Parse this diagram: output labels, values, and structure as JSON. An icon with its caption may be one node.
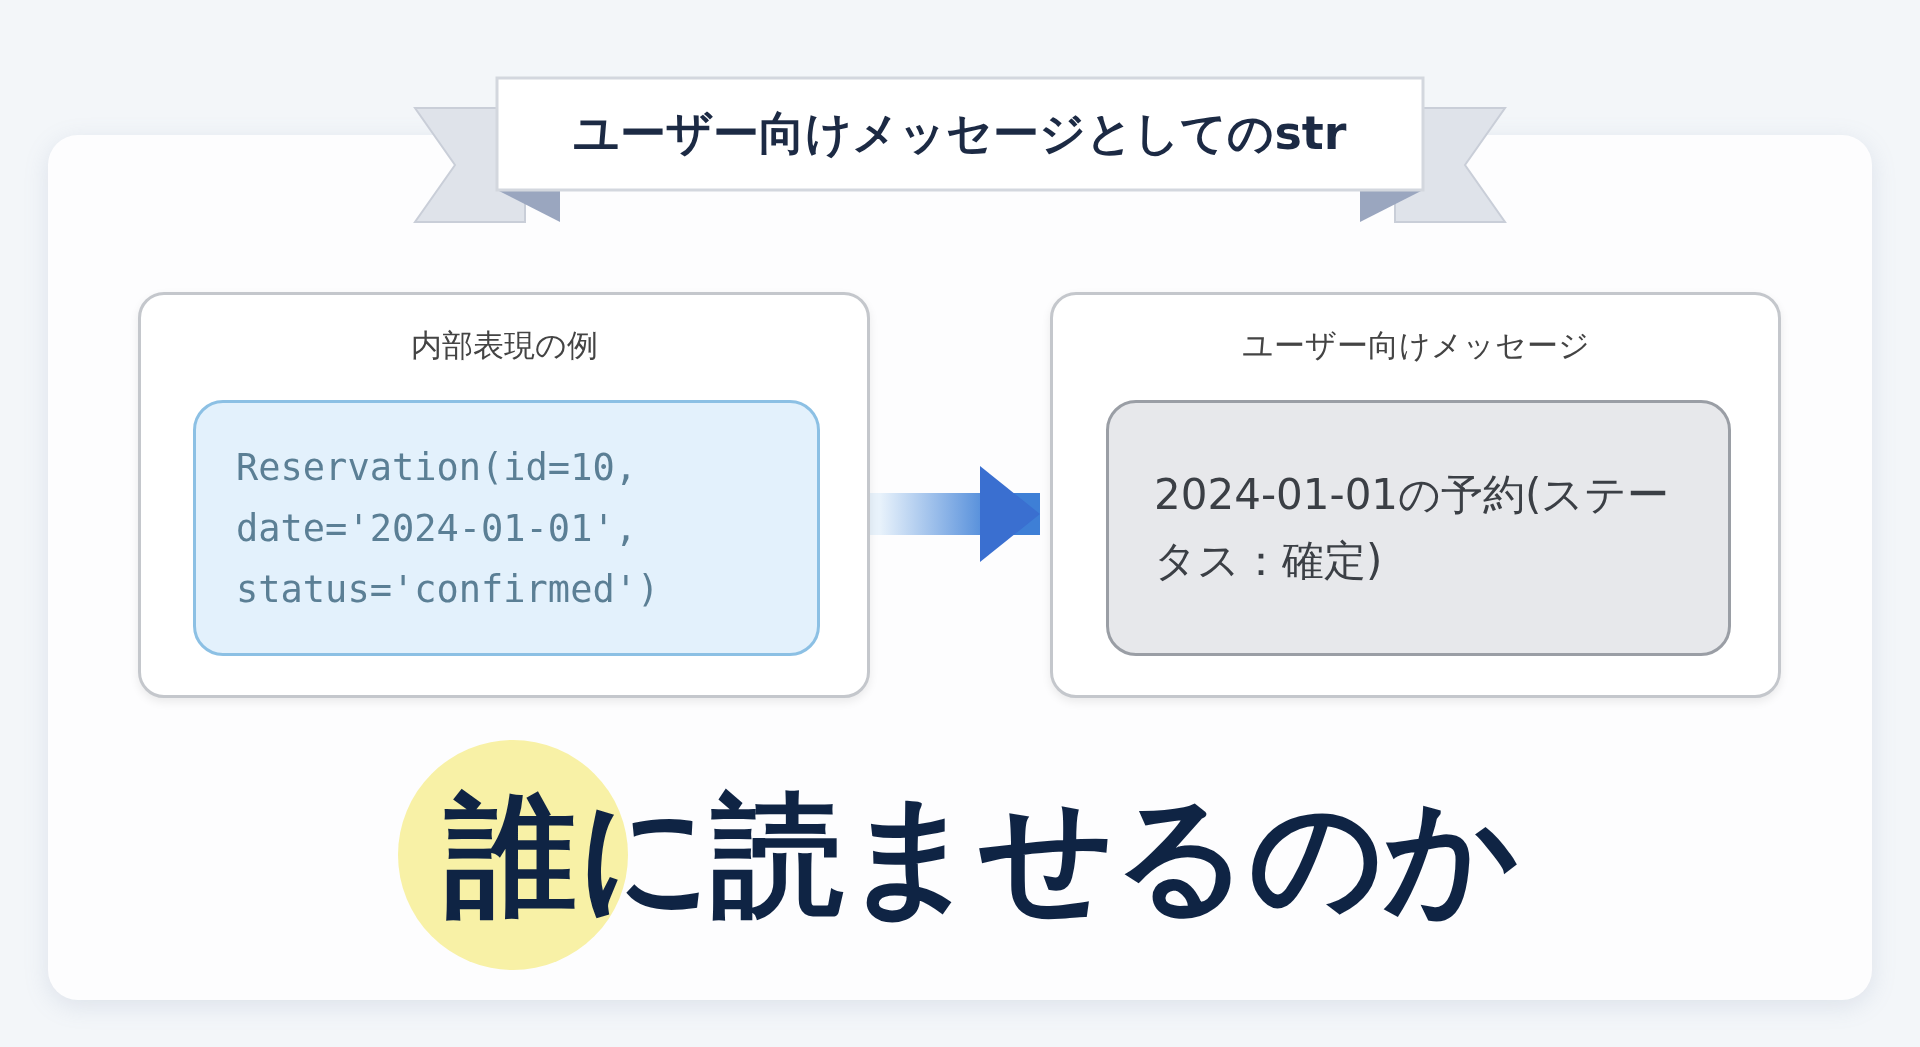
{
  "diagram": {
    "title": "ユーザー向けメッセージとしてのstr",
    "nodes": [
      {
        "text": [
          "内部表現の例"
        ]
      },
      {
        "text": [
          "Reservation(id=10, date='2024-01-01', status='confirmed')"
        ],
        "in": 0
      },
      {
        "text": [
          "ユーザー向けメッセージ"
        ]
      },
      {
        "text": [
          "2024-01-01の予約(ステータス：確定)"
        ],
        "in": 2
      }
    ],
    "edges": [
      {
        "from": 0,
        "to": 2,
        "arrow": "to"
      }
    ],
    "labels": [
      "誰に読ませるのか"
    ]
  }
}
